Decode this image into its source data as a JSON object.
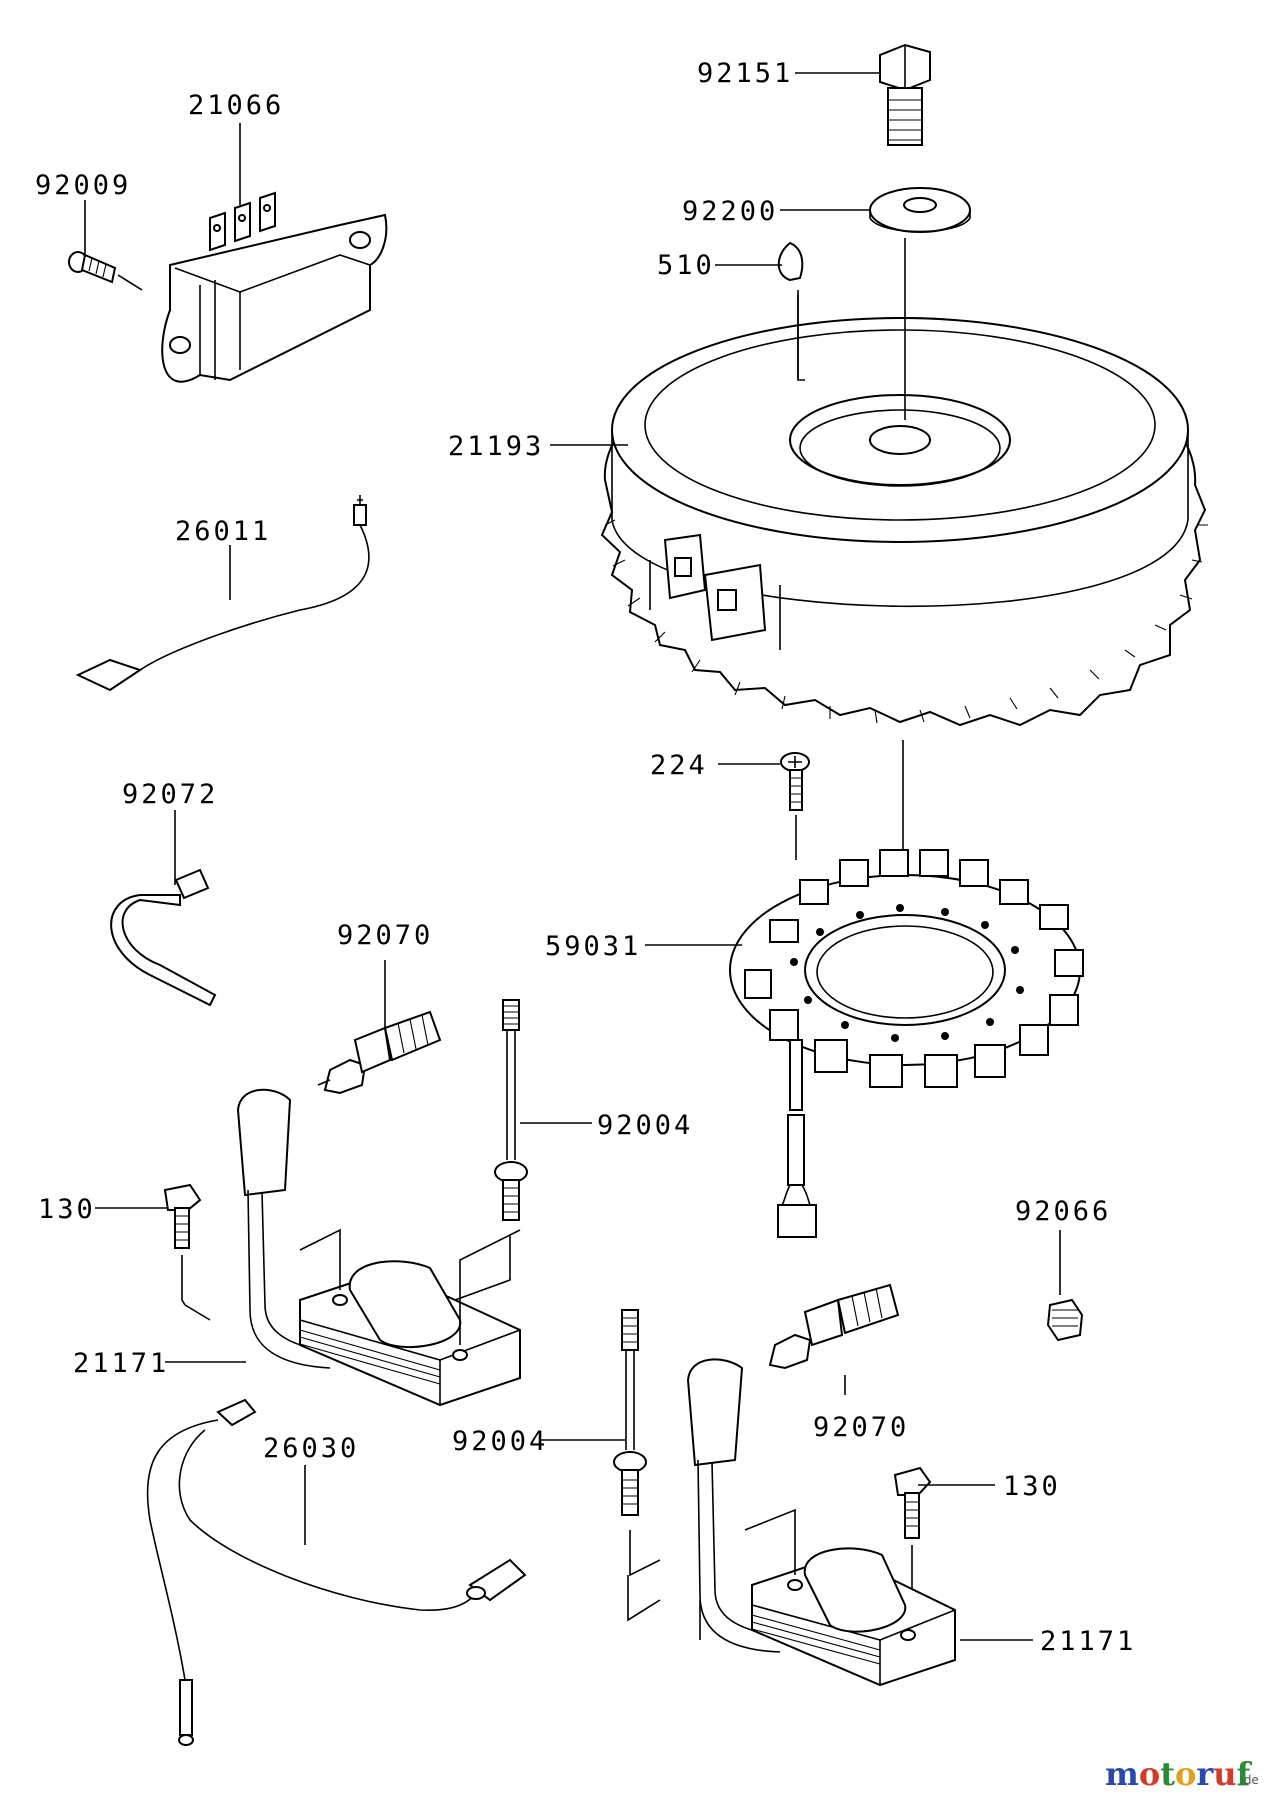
{
  "diagram": {
    "parts": [
      {
        "id": "p-92151",
        "label": "92151",
        "name": "Bolt"
      },
      {
        "id": "p-92200",
        "label": "92200",
        "name": "Washer"
      },
      {
        "id": "p-510",
        "label": "510",
        "name": "Key"
      },
      {
        "id": "p-21193",
        "label": "21193",
        "name": "Flywheel"
      },
      {
        "id": "p-21066",
        "label": "21066",
        "name": "Regulator"
      },
      {
        "id": "p-92009",
        "label": "92009",
        "name": "Screw"
      },
      {
        "id": "p-26011",
        "label": "26011",
        "name": "Lead wire"
      },
      {
        "id": "p-92072",
        "label": "92072",
        "name": "Band"
      },
      {
        "id": "p-224",
        "label": "224",
        "name": "Screw"
      },
      {
        "id": "p-59031",
        "label": "59031",
        "name": "Stator"
      },
      {
        "id": "p-92070a",
        "label": "92070",
        "name": "Spark plug"
      },
      {
        "id": "p-92004a",
        "label": "92004",
        "name": "Stud"
      },
      {
        "id": "p-130a",
        "label": "130",
        "name": "Bolt"
      },
      {
        "id": "p-92066",
        "label": "92066",
        "name": "Plug"
      },
      {
        "id": "p-21171a",
        "label": "21171",
        "name": "Ignition coil"
      },
      {
        "id": "p-26030",
        "label": "26030",
        "name": "Lead wire"
      },
      {
        "id": "p-92004b",
        "label": "92004",
        "name": "Stud"
      },
      {
        "id": "p-92070b",
        "label": "92070",
        "name": "Spark plug"
      },
      {
        "id": "p-130b",
        "label": "130",
        "name": "Bolt"
      },
      {
        "id": "p-21171b",
        "label": "21171",
        "name": "Ignition coil"
      }
    ]
  },
  "watermark": {
    "brand": "motoruf",
    "suffix": ".de",
    "colors": {
      "m": "#2a4aa8",
      "o1": "#d43a2a",
      "t": "#2a8a3a",
      "o2": "#e0a020",
      "r": "#2a4aa8",
      "u": "#d43a2a",
      "f": "#2a8a3a"
    }
  }
}
